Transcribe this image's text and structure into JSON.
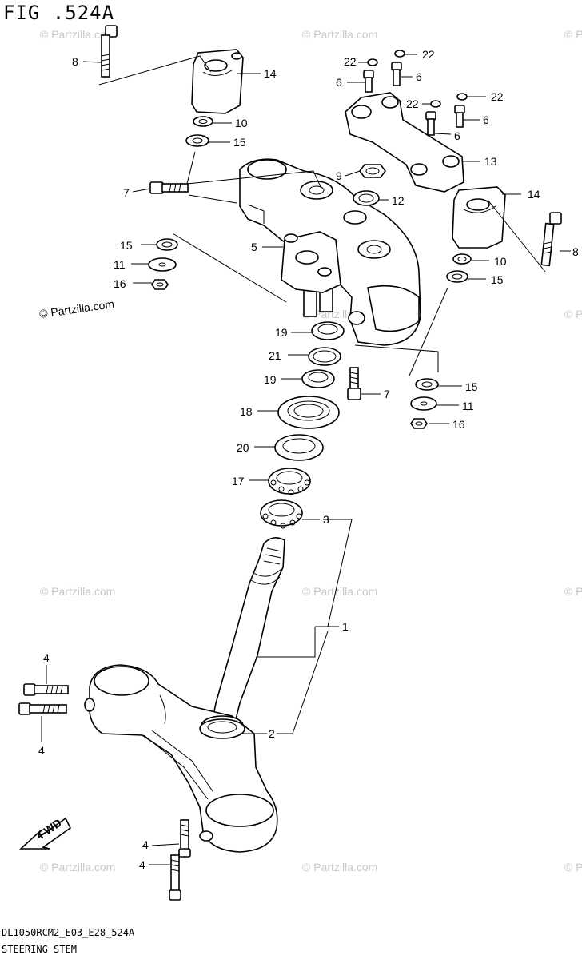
{
  "figure": {
    "title": "FIG .524A",
    "code": "DL1050RCM2_E03_E28_524A",
    "name": "STEERING STEM"
  },
  "watermarks": {
    "faint": "© Partzilla.com",
    "strong": "© Partzilla.com"
  },
  "callouts": {
    "c8a": "8",
    "c14a": "14",
    "c10a": "10",
    "c15a": "15",
    "c7a": "7",
    "c22a": "22",
    "c22b": "22",
    "c6a": "6",
    "c6b": "6",
    "c22c": "22",
    "c22d": "22",
    "c6c": "6",
    "c6d": "6",
    "c13": "13",
    "c9": "9",
    "c12": "12",
    "c14b": "14",
    "c8b": "8",
    "c10b": "10",
    "c15b": "15",
    "c5": "5",
    "c15c": "15",
    "c11a": "11",
    "c16a": "16",
    "c19a": "19",
    "c21": "21",
    "c19b": "19",
    "c7b": "7",
    "c15d": "15",
    "c11b": "11",
    "c16b": "16",
    "c18": "18",
    "c20": "20",
    "c17": "17",
    "c3": "3",
    "c1": "1",
    "c2": "2",
    "c4a": "4",
    "c4b": "4",
    "c4c": "4",
    "c4d": "4"
  },
  "fwd_label": "FWD"
}
